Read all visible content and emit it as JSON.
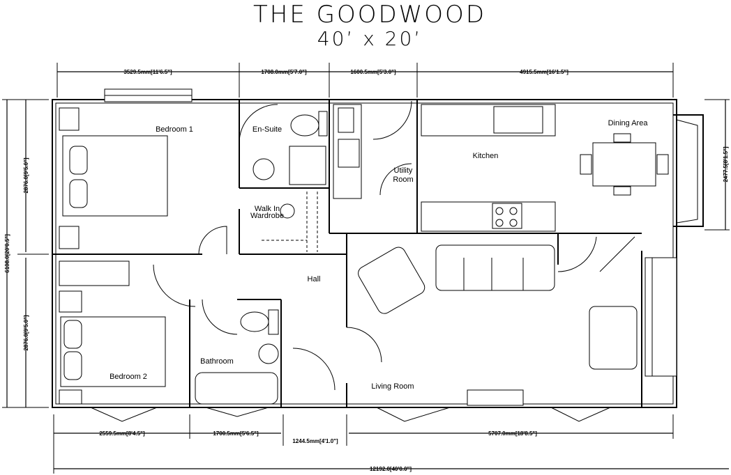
{
  "title": "THE GOODWOOD",
  "subtitle": "40’ x 20’",
  "rooms": {
    "bedroom1": "Bedroom 1",
    "ensuite": "En-Suite",
    "kitchen": "Kitchen",
    "dining": "Dining Area",
    "utility1": "Utility",
    "utility2": "Room",
    "wardrobe1": "Walk In",
    "wardrobe2": "Wardrobe",
    "hall": "Hall",
    "bedroom2": "Bedroom 2",
    "bathroom": "Bathroom",
    "living": "Living Room"
  },
  "dimensions": {
    "top": [
      "3529.5mm[11'6.5\"]",
      "1708.0mm[5'7.0\"]",
      "1600.5mm[5'3.0\"]",
      "4915.5mm[16'1.5\"]"
    ],
    "bottom": [
      "2559.5mm[8'4.5\"]",
      "1700.5mm[5'6.5\"]",
      "1244.5mm[4'1.0\"]",
      "5707.0mm[18'8.5\"]"
    ],
    "overall_width": "12192.0[40'0.0\"]",
    "overall_depth": "6108.0[20'0.5\"]",
    "left_upper": "2876.0[9'5.0\"]",
    "left_lower": "2876.0[9'5.0\"]",
    "right_bay": "2477.5[8'1.5\"]"
  }
}
